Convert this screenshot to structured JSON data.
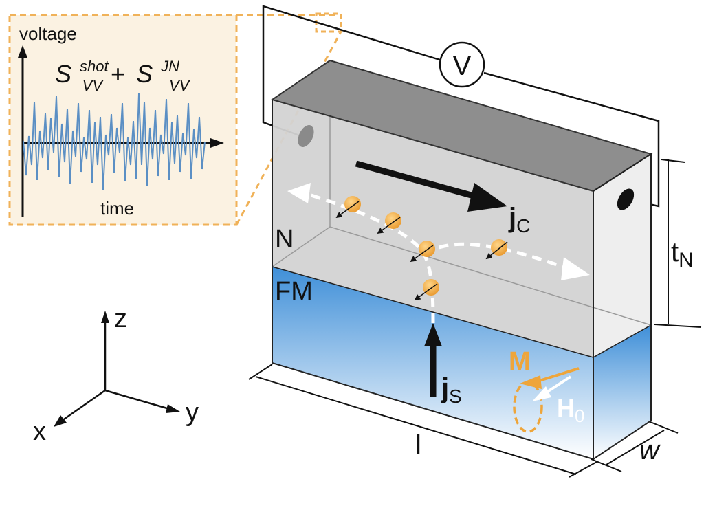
{
  "inset": {
    "y_label": "voltage",
    "x_label": "time",
    "formula": {
      "term1_base": "S",
      "term1_sup": "shot",
      "term1_sub": "VV",
      "plus": "+",
      "term2_base": "S",
      "term2_sup": "JN",
      "term2_sub": "VV"
    }
  },
  "device": {
    "voltmeter": "V",
    "layer_top": "N",
    "layer_bottom": "FM",
    "charge_current": {
      "base": "j",
      "sub": "C"
    },
    "spin_current": {
      "base": "j",
      "sub": "S"
    },
    "magnetization": "M",
    "field": {
      "base": "H",
      "sub": "0"
    },
    "thickness": {
      "base": "t",
      "sub": "N"
    },
    "length": "l",
    "width": "w"
  },
  "axes": {
    "z": "z",
    "y": "y",
    "x": "x"
  },
  "colors": {
    "inset_bg": "#fbf2e2",
    "inset_border": "#f0b259",
    "noise_trace": "#5b8fc4",
    "fm_blue": "#3f8fd8",
    "n_gray": "#cfcfcf",
    "top_gray": "#8e8e8e",
    "electron": "#eea53a"
  }
}
